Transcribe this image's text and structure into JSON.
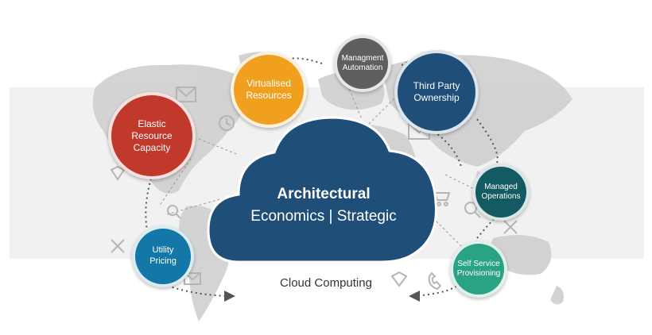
{
  "colors": {
    "map": "#cfcfcf",
    "band": "#f1f1f1",
    "cloud": "#1f4e79",
    "elastic": "#c0392b",
    "virtualised": "#f0a01e",
    "managment": "#5f5f5f",
    "thirdparty": "#1f4e79",
    "managed": "#135a63",
    "selfservice": "#2aa284",
    "utility": "#1378a8",
    "dots": "#555555",
    "icons": "#b5b5b5"
  },
  "center": {
    "title": "Architectural",
    "subtitle": "Economics | Strategic"
  },
  "caption": "Cloud Computing",
  "nodes": {
    "elastic": "Elastic\nResource\nCapacity",
    "virtualised": "Virtualised\nResources",
    "managment": "Managment\nAutomation",
    "thirdparty": "Third Party\nOwnership",
    "managed": "Managed\nOperations",
    "selfservice": "Self Service\nProvisioning",
    "utility": "Utility\nPricing"
  },
  "icons": [
    "envelope-icon",
    "clock-icon",
    "diamond-icon",
    "search-icon",
    "tools-icon",
    "cart-icon",
    "phone-icon",
    "arrow-right-icon",
    "arrow-left-icon"
  ]
}
